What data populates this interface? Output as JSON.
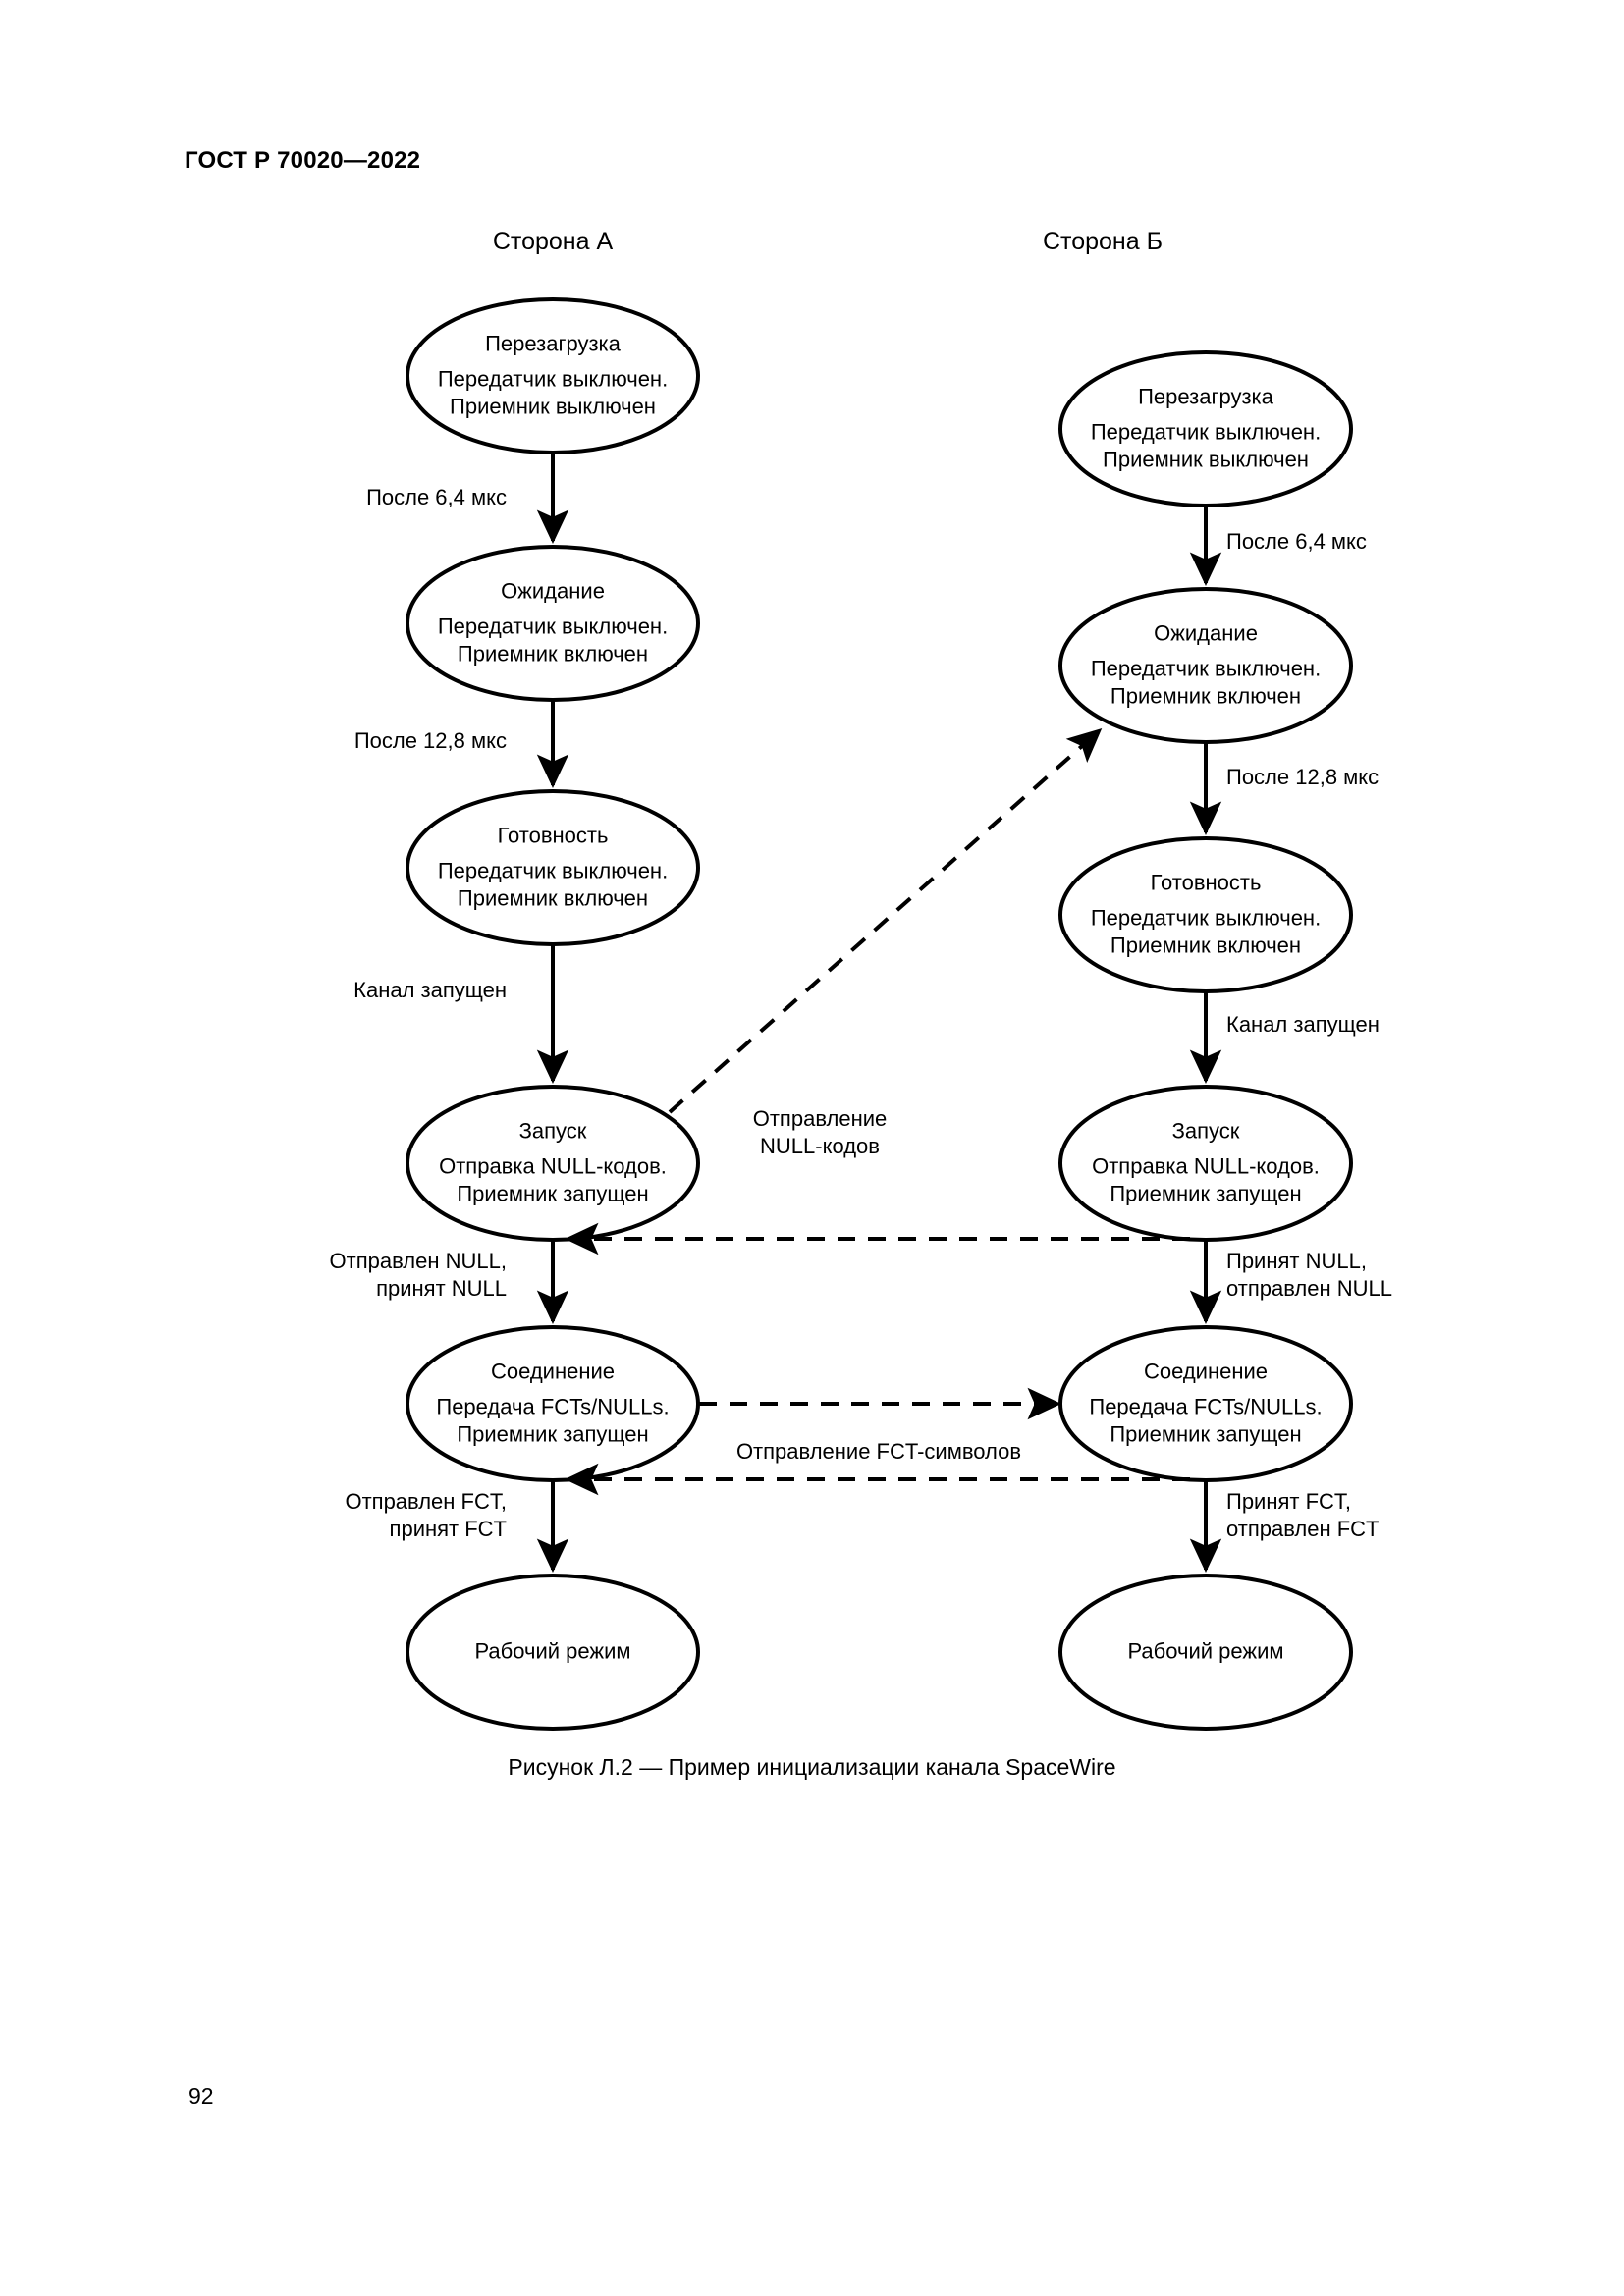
{
  "document": {
    "header": "ГОСТ Р 70020—2022",
    "page_number": "92",
    "figure_caption": "Рисунок Л.2 — Пример инициализации канала SpaceWire"
  },
  "diagram": {
    "type": "state-transition-diagram",
    "columns": [
      {
        "id": "side-a",
        "title": "Сторона А"
      },
      {
        "id": "side-b",
        "title": "Сторона Б"
      }
    ],
    "side_a": {
      "nodes": [
        {
          "id": "a-reset",
          "title": "Перезагрузка",
          "line2": "Передатчик выключен.",
          "line3": "Приемник выключен"
        },
        {
          "id": "a-wait",
          "title": "Ожидание",
          "line2": "Передатчик выключен.",
          "line3": "Приемник включен"
        },
        {
          "id": "a-ready",
          "title": "Готовность",
          "line2": "Передатчик выключен.",
          "line3": "Приемник включен"
        },
        {
          "id": "a-start",
          "title": "Запуск",
          "line2": "Отправка NULL-кодов.",
          "line3": "Приемник запущен"
        },
        {
          "id": "a-connect",
          "title": "Соединение",
          "line2": "Передача FCTs/NULLs.",
          "line3": "Приемник запущен"
        },
        {
          "id": "a-run",
          "title": "Рабочий режим",
          "line2": "",
          "line3": ""
        }
      ],
      "transitions": [
        {
          "id": "a-t1",
          "line1": "После 6,4 мкс",
          "line2": ""
        },
        {
          "id": "a-t2",
          "line1": "После 12,8 мкс",
          "line2": ""
        },
        {
          "id": "a-t3",
          "line1": "Канал запущен",
          "line2": ""
        },
        {
          "id": "a-t4",
          "line1": "Отправлен NULL,",
          "line2": "принят NULL"
        },
        {
          "id": "a-t5",
          "line1": "Отправлен FCT,",
          "line2": "принят FCT"
        }
      ]
    },
    "side_b": {
      "nodes": [
        {
          "id": "b-reset",
          "title": "Перезагрузка",
          "line2": "Передатчик выключен.",
          "line3": "Приемник выключен"
        },
        {
          "id": "b-wait",
          "title": "Ожидание",
          "line2": "Передатчик выключен.",
          "line3": "Приемник включен"
        },
        {
          "id": "b-ready",
          "title": "Готовность",
          "line2": "Передатчик выключен.",
          "line3": "Приемник включен"
        },
        {
          "id": "b-start",
          "title": "Запуск",
          "line2": "Отправка NULL-кодов.",
          "line3": "Приемник запущен"
        },
        {
          "id": "b-connect",
          "title": "Соединение",
          "line2": "Передача FCTs/NULLs.",
          "line3": "Приемник запущен"
        },
        {
          "id": "b-run",
          "title": "Рабочий режим",
          "line2": "",
          "line3": ""
        }
      ],
      "transitions": [
        {
          "id": "b-t1",
          "line1": "После 6,4 мкс",
          "line2": ""
        },
        {
          "id": "b-t2",
          "line1": "После 12,8 мкс",
          "line2": ""
        },
        {
          "id": "b-t3",
          "line1": "Канал запущен",
          "line2": ""
        },
        {
          "id": "b-t4",
          "line1": "Принят NULL,",
          "line2": "отправлен NULL"
        },
        {
          "id": "b-t5",
          "line1": "Принят FCT,",
          "line2": "отправлен FCT"
        }
      ]
    },
    "cross_links": [
      {
        "id": "x-null-a-to-b",
        "line1": "Отправление",
        "line2": "NULL-кодов"
      },
      {
        "id": "x-null-b-to-a",
        "line1": "",
        "line2": ""
      },
      {
        "id": "x-fct-a-to-b",
        "line1": "Отправление FCT-символов",
        "line2": ""
      },
      {
        "id": "x-fct-b-to-a",
        "line1": "",
        "line2": ""
      }
    ],
    "colors": {
      "stroke": "#000000",
      "fill": "#ffffff",
      "text": "#000000"
    }
  }
}
